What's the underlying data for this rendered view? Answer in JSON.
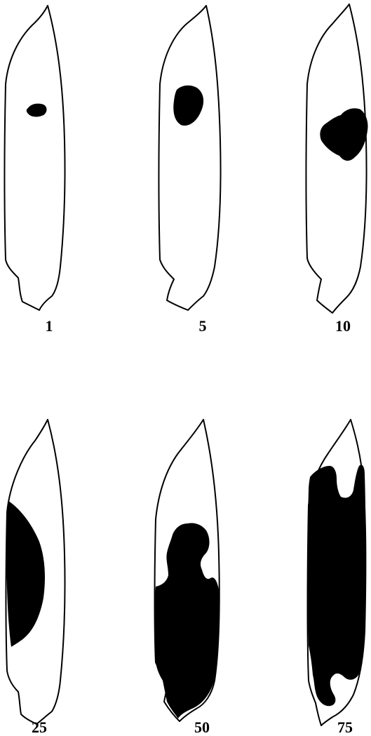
{
  "diagram": {
    "panels": [
      {
        "label": "1"
      },
      {
        "label": "5"
      },
      {
        "label": "10"
      },
      {
        "label": "25"
      },
      {
        "label": "50"
      },
      {
        "label": "75"
      }
    ]
  }
}
